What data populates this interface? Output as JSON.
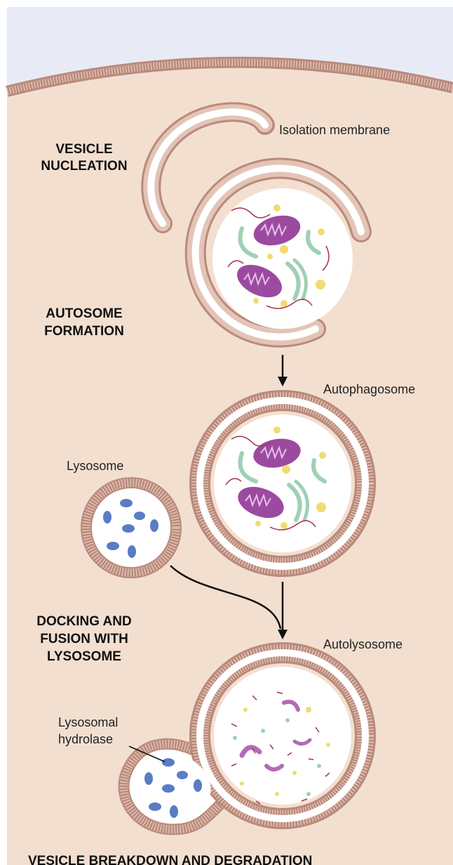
{
  "steps": {
    "vesicle_nucleation": [
      "VESICLE",
      "NUCLEATION"
    ],
    "autosome_formation": [
      "AUTOSOME",
      "FORMATION"
    ],
    "docking_fusion": [
      "DOCKING AND",
      "FUSION WITH",
      "LYSOSOME"
    ],
    "breakdown": "VESICLE BREAKDOWN AND DEGRADATION"
  },
  "labels": {
    "isolation_membrane": "Isolation membrane",
    "autophagosome": "Autophagosome",
    "lysosome": "Lysosome",
    "autolysosome": "Autolysosome",
    "lysosomal_hydrolase": [
      "Lysosomal",
      "hydrolase"
    ]
  },
  "colors": {
    "background": "#e8ebf5",
    "cytoplasm": "#f3dfd0",
    "membrane_fill": "#e3c4b6",
    "membrane_stripe": "#b98a7c",
    "mitochondrion": "#9b4aa0",
    "hydrolase": "#5a7cc4",
    "ribosome": "#f0dc70",
    "er": "#9fd0b6",
    "rna": "#a3334a"
  }
}
